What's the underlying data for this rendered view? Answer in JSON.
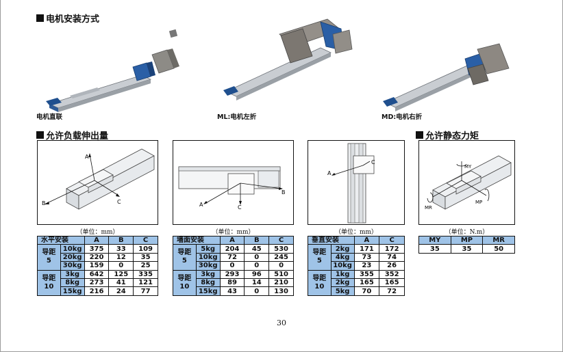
{
  "headings": {
    "mount": "电机安装方式",
    "load": "允许负载伸出量",
    "static": "允许静态力矩"
  },
  "mount_captions": [
    "电机直联",
    "ML:电机左折",
    "MD:电机右折"
  ],
  "diagram_labels": {
    "horizontal": {
      "a": "A",
      "b": "B",
      "c": "C"
    },
    "wall": {
      "a": "A",
      "b": "B",
      "c": "C"
    },
    "vertical": {
      "a": "A",
      "c": "C"
    },
    "moment": {
      "my": "MY",
      "mp": "MP",
      "mr": "MR"
    }
  },
  "unit_mm": "（单位：mm）",
  "unit_nm": "（单位：N.m）",
  "horizontal_table": {
    "title": "水平安装",
    "headers": [
      "A",
      "B",
      "C"
    ],
    "groups": [
      {
        "label_1": "导距",
        "label_2": "5",
        "rows": [
          {
            "load": "10kg",
            "values": [
              "375",
              "33",
              "109"
            ]
          },
          {
            "load": "20kg",
            "values": [
              "220",
              "12",
              "35"
            ]
          },
          {
            "load": "30kg",
            "values": [
              "159",
              "0",
              "25"
            ]
          }
        ]
      },
      {
        "label_1": "导距",
        "label_2": "10",
        "rows": [
          {
            "load": "3kg",
            "values": [
              "642",
              "125",
              "335"
            ]
          },
          {
            "load": "8kg",
            "values": [
              "273",
              "41",
              "121"
            ]
          },
          {
            "load": "15kg",
            "values": [
              "216",
              "24",
              "77"
            ]
          }
        ]
      }
    ]
  },
  "wall_table": {
    "title": "墙面安装",
    "headers": [
      "A",
      "B",
      "C"
    ],
    "groups": [
      {
        "label_1": "导距",
        "label_2": "5",
        "rows": [
          {
            "load": "5kg",
            "values": [
              "204",
              "45",
              "530"
            ]
          },
          {
            "load": "10kg",
            "values": [
              "72",
              "0",
              "245"
            ]
          },
          {
            "load": "30kg",
            "values": [
              "0",
              "0",
              "0"
            ]
          }
        ]
      },
      {
        "label_1": "导距",
        "label_2": "10",
        "rows": [
          {
            "load": "3kg",
            "values": [
              "293",
              "96",
              "510"
            ]
          },
          {
            "load": "8kg",
            "values": [
              "89",
              "14",
              "210"
            ]
          },
          {
            "load": "15kg",
            "values": [
              "43",
              "0",
              "130"
            ]
          }
        ]
      }
    ]
  },
  "vertical_table": {
    "title": "垂直安装",
    "headers": [
      "A",
      "C"
    ],
    "groups": [
      {
        "label_1": "导距",
        "label_2": "5",
        "rows": [
          {
            "load": "2kg",
            "values": [
              "171",
              "172"
            ]
          },
          {
            "load": "4kg",
            "values": [
              "73",
              "74"
            ]
          },
          {
            "load": "10kg",
            "values": [
              "23",
              "26"
            ]
          }
        ]
      },
      {
        "label_1": "导距",
        "label_2": "10",
        "rows": [
          {
            "load": "1kg",
            "values": [
              "355",
              "352"
            ]
          },
          {
            "load": "2kg",
            "values": [
              "165",
              "165"
            ]
          },
          {
            "load": "5kg",
            "values": [
              "70",
              "72"
            ]
          }
        ]
      }
    ]
  },
  "moment_table": {
    "headers": [
      "MY",
      "MP",
      "MR"
    ],
    "values": [
      "35",
      "35",
      "50"
    ]
  },
  "page_number": "30"
}
